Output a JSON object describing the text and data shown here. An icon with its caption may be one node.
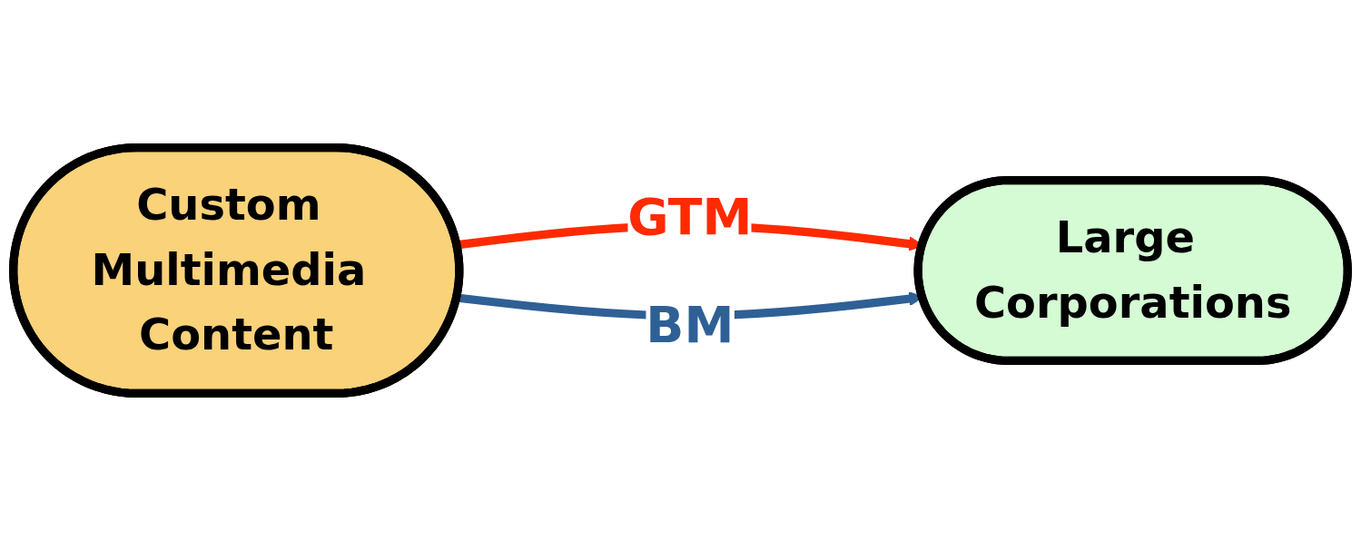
{
  "diagram": {
    "nodes": [
      {
        "text": [
          "Custom Multimedia Content"
        ]
      },
      {
        "text": [
          "Large Corporations"
        ]
      }
    ],
    "edges": [
      {
        "from": 0,
        "to": 1,
        "arrow": "to",
        "label": "GTM",
        "color": "#ff2a00"
      },
      {
        "from": 0,
        "to": 1,
        "arrow": "to",
        "label": "BM",
        "color": "#2e6096"
      }
    ]
  }
}
